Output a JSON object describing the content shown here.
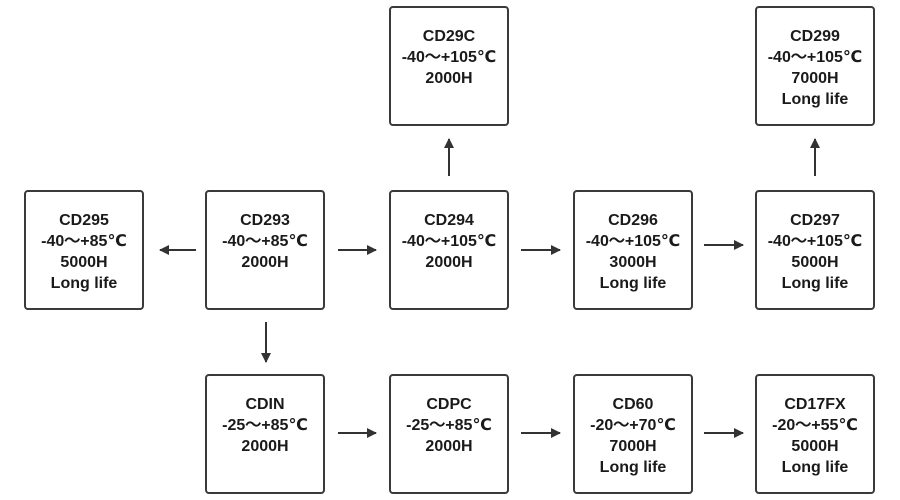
{
  "nodes": {
    "cd29c": {
      "model": "CD29C",
      "temp": "-40～+105℃",
      "life": "2000H",
      "note": ""
    },
    "cd299": {
      "model": "CD299",
      "temp": "-40～+105℃",
      "life": "7000H",
      "note": "Long life"
    },
    "cd295": {
      "model": "CD295",
      "temp": "-40～+85℃",
      "life": "5000H",
      "note": "Long life"
    },
    "cd293": {
      "model": "CD293",
      "temp": "-40～+85℃",
      "life": "2000H",
      "note": ""
    },
    "cd294": {
      "model": "CD294",
      "temp": "-40～+105℃",
      "life": "2000H",
      "note": ""
    },
    "cd296": {
      "model": "CD296",
      "temp": "-40～+105℃",
      "life": "3000H",
      "note": "Long life"
    },
    "cd297": {
      "model": "CD297",
      "temp": "-40～+105℃",
      "life": "5000H",
      "note": "Long life"
    },
    "cdin": {
      "model": "CDIN",
      "temp": "-25～+85℃",
      "life": "2000H",
      "note": ""
    },
    "cdpc": {
      "model": "CDPC",
      "temp": "-25～+85℃",
      "life": "2000H",
      "note": ""
    },
    "cd60": {
      "model": "CD60",
      "temp": "-20～+70℃",
      "life": "7000H",
      "note": "Long life"
    },
    "cd17fx": {
      "model": "CD17FX",
      "temp": "-20～+55℃",
      "life": "5000H",
      "note": "Long life"
    }
  },
  "edges": [
    {
      "from": "cd293",
      "to": "cd295"
    },
    {
      "from": "cd293",
      "to": "cd294"
    },
    {
      "from": "cd293",
      "to": "cdin"
    },
    {
      "from": "cd294",
      "to": "cd29c"
    },
    {
      "from": "cd294",
      "to": "cd296"
    },
    {
      "from": "cd296",
      "to": "cd297"
    },
    {
      "from": "cd297",
      "to": "cd299"
    },
    {
      "from": "cdin",
      "to": "cdpc"
    },
    {
      "from": "cdpc",
      "to": "cd60"
    },
    {
      "from": "cd60",
      "to": "cd17fx"
    }
  ],
  "colors": {
    "border": "#3a3a3a",
    "text": "#1a1a1a",
    "arrow": "#333333",
    "background": "#ffffff"
  }
}
